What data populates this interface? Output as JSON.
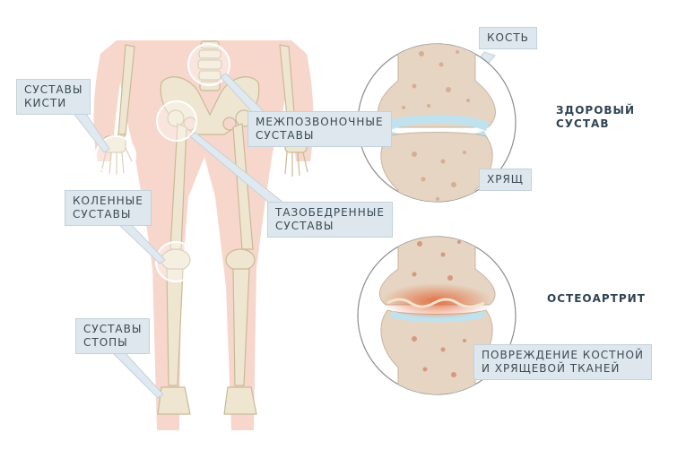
{
  "labels": {
    "hand_joints": [
      "СУСТАВЫ",
      "КИСТИ"
    ],
    "knee_joints": [
      "КОЛЕННЫЕ",
      "СУСТАВЫ"
    ],
    "foot_joints": [
      "СУСТАВЫ",
      "СТОПЫ"
    ],
    "intervertebral_joints": [
      "МЕЖПОЗВОНОЧНЫЕ",
      "СУСТАВЫ"
    ],
    "hip_joints": [
      "ТАЗОБЕДРЕННЫЕ",
      "СУСТАВЫ"
    ],
    "bone": "КОСТЬ",
    "cartilage": "ХРЯЩ",
    "healthy_joint": [
      "ЗДОРОВЫЙ",
      "СУСТАВ"
    ],
    "osteoarthritis": "ОСТЕОАРТРИТ",
    "damage": [
      "ПОВРЕЖДЕНИЕ КОСТНОЙ",
      "И ХРЯЩЕВОЙ ТКАНЕЙ"
    ]
  },
  "colors": {
    "skin": "#f7d7cc",
    "bone": "#efe6d2",
    "bone_shade": "#d8cbb0",
    "marrow": "#e3c7b4",
    "cartilage": "#bfe2ee",
    "inflammation": "#e0602e",
    "callout_bg": "#dde7ed",
    "callout_text": "#3c4a56",
    "label_text": "#2f4352",
    "connector": "#dfe9ef"
  }
}
